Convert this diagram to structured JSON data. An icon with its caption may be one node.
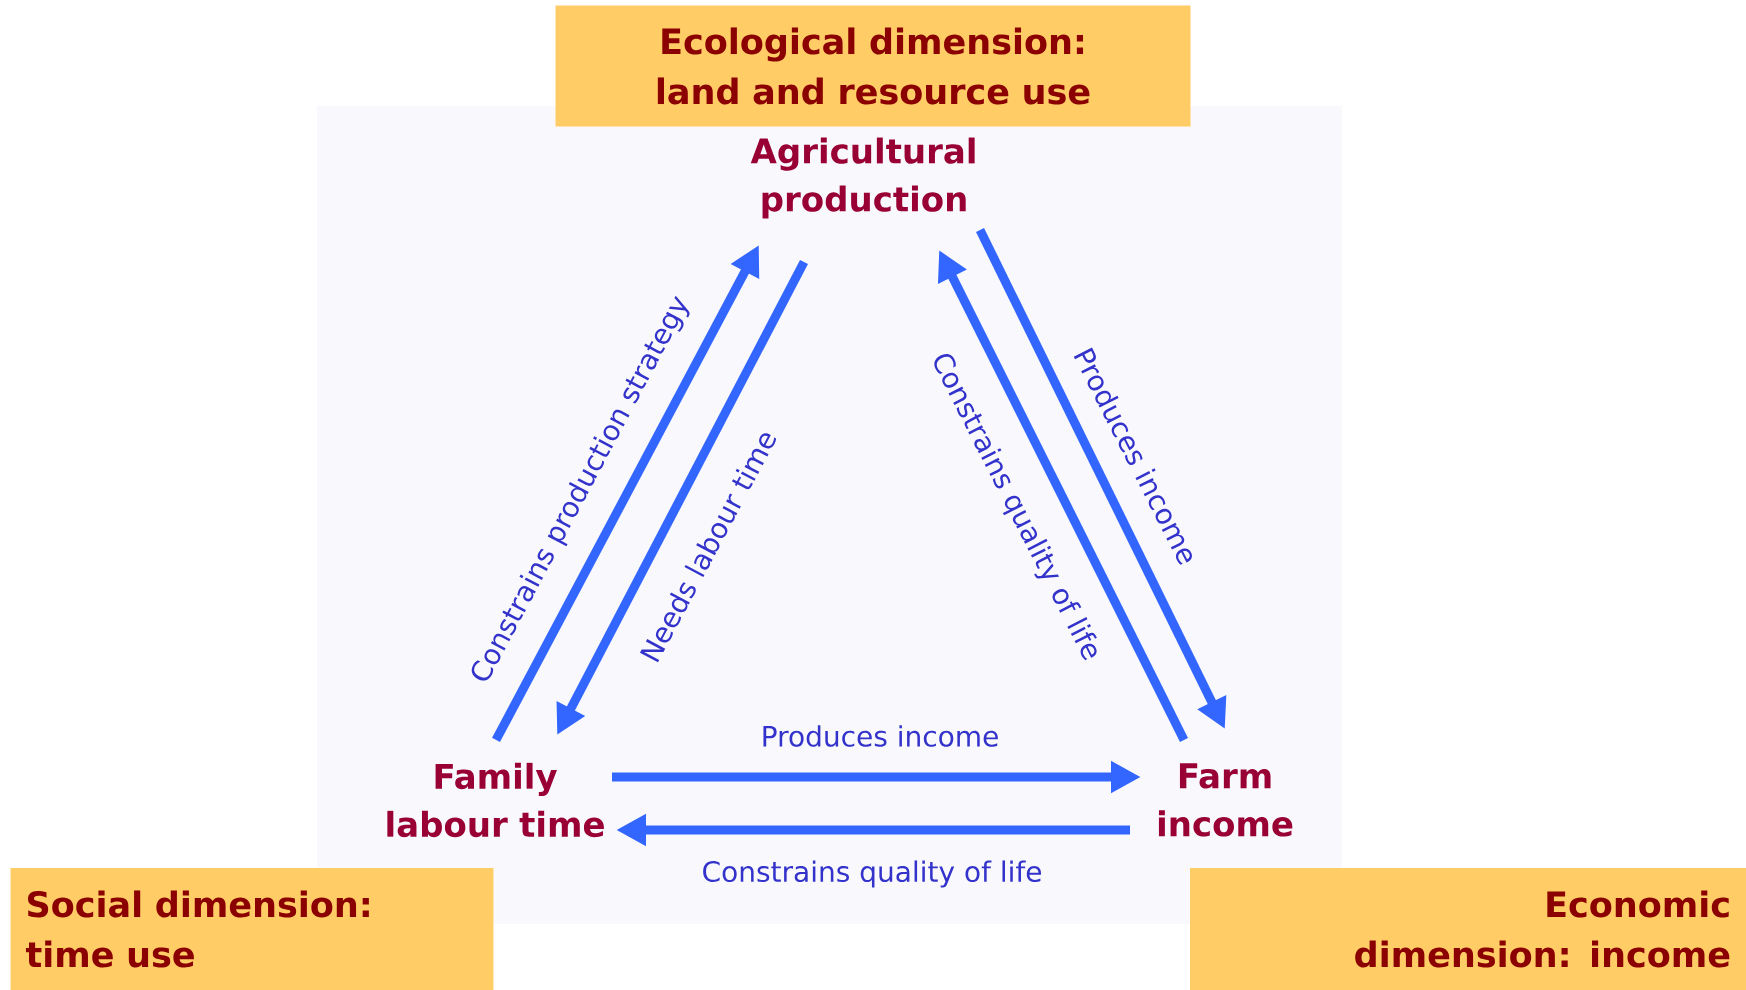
{
  "diagram": {
    "nodes": [
      {
        "text": [
          "Ecological dimension: land and resource use"
        ]
      },
      {
        "text": [
          "Agricultural production"
        ]
      },
      {
        "text": [
          "Family labour time"
        ]
      },
      {
        "text": [
          "Farm income"
        ]
      },
      {
        "text": [
          "Social dimension: time use"
        ]
      },
      {
        "text": [
          "Economic dimension: income"
        ]
      }
    ],
    "edges": [
      {
        "from": 2,
        "to": 1,
        "arrow": "to",
        "label": "Constrains production strategy"
      },
      {
        "from": 1,
        "to": 2,
        "arrow": "to",
        "label": "Needs labour time"
      },
      {
        "from": 3,
        "to": 1,
        "arrow": "to",
        "label": "Constrains quality of life"
      },
      {
        "from": 1,
        "to": 3,
        "arrow": "to",
        "label": "Produces income"
      },
      {
        "from": 2,
        "to": 3,
        "arrow": "to",
        "label": "Produces income"
      },
      {
        "from": 3,
        "to": 2,
        "arrow": "to",
        "label": "Constrains quality of life"
      }
    ]
  }
}
